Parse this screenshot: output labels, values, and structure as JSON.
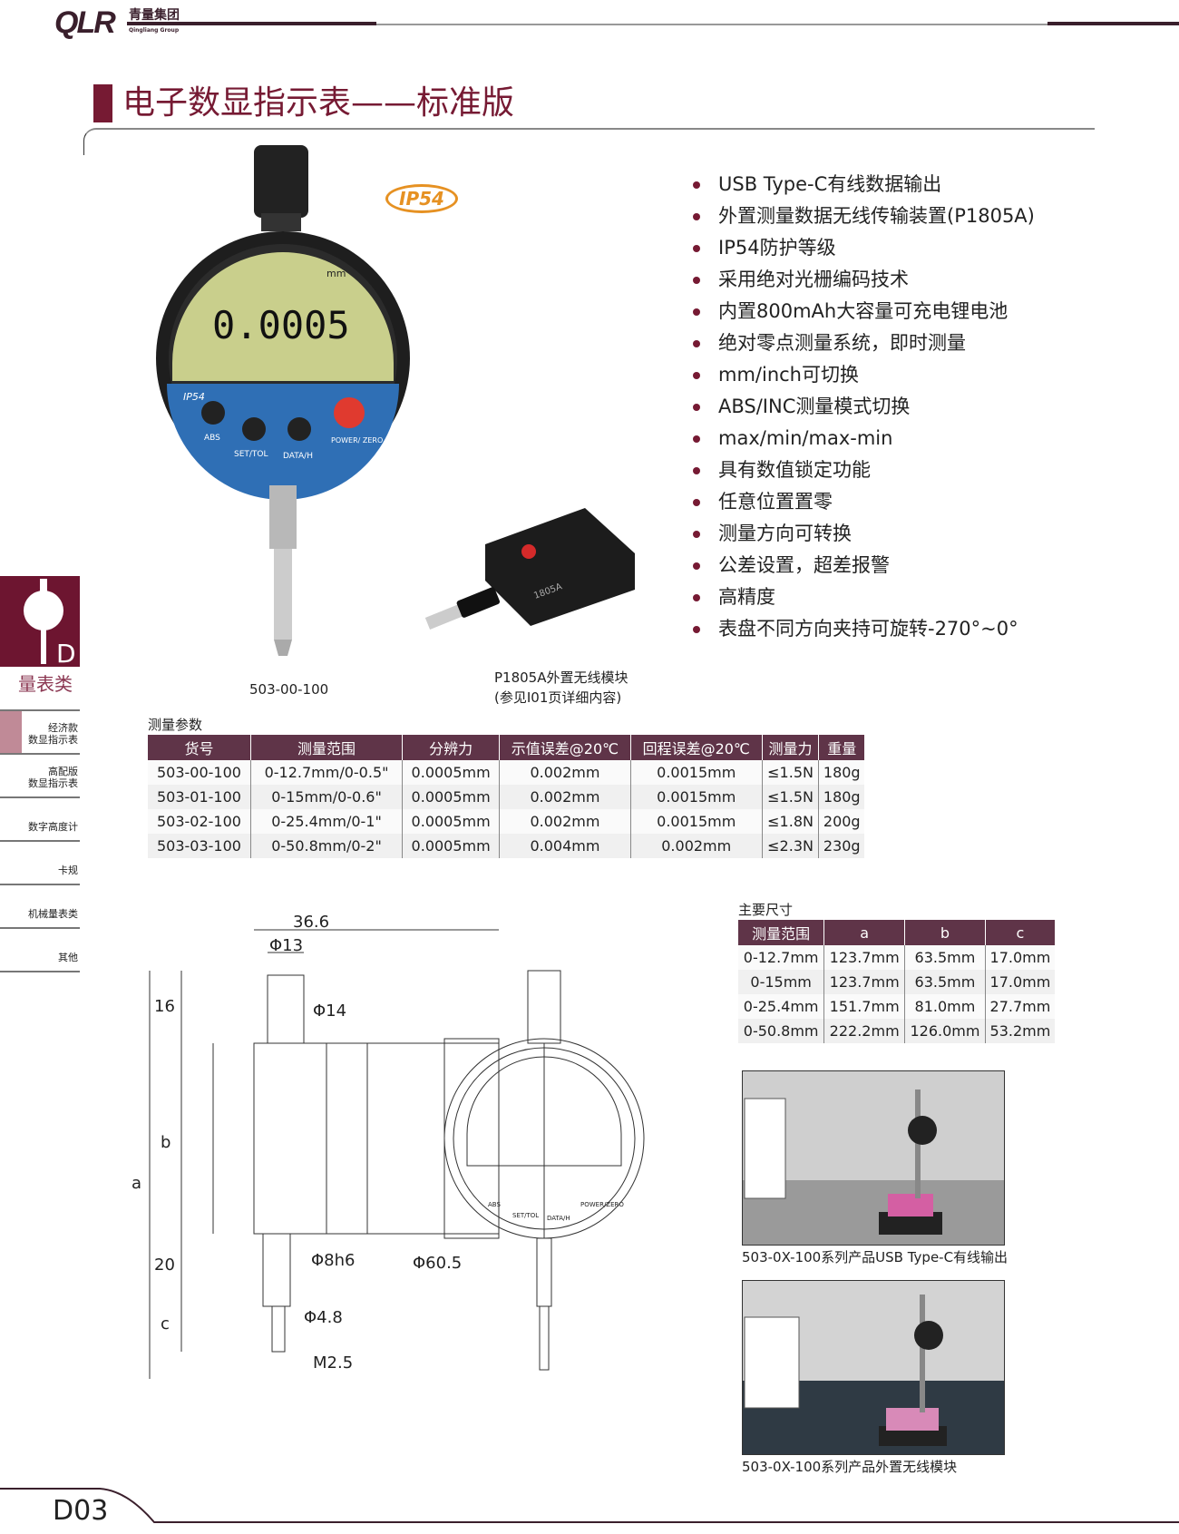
{
  "header": {
    "logo_mark": "QLR",
    "logo_cn": "青量集团",
    "logo_en": "Qingliang Group"
  },
  "page_title": "电子数显指示表——标准版",
  "gauge": {
    "display": "0.0005",
    "unit": "mm",
    "ip": "IP54",
    "buttons": [
      "ABS",
      "SET/TOL",
      "DATA/H",
      "POWER/ ZERO"
    ],
    "badge": "IP54"
  },
  "module": {
    "label": "1805A"
  },
  "captions": {
    "gauge": "503-00-100",
    "module_1": "P1805A外置无线模块",
    "module_2": "(参见I01页详细内容)"
  },
  "features": [
    "USB Type-C有线数据输出",
    "外置测量数据无线传输装置(P1805A)",
    "IP54防护等级",
    "采用绝对光栅编码技术",
    "内置800mAh大容量可充电锂电池",
    "绝对零点测量系统，即时测量",
    "mm/inch可切换",
    "ABS/INC测量模式切换",
    "max/min/max-min",
    "具有数值锁定功能",
    "任意位置置零",
    "测量方向可转换",
    "公差设置，超差报警",
    "高精度",
    "表盘不同方向夹持可旋转-270°~0°"
  ],
  "sidebar": {
    "section_letter": "D",
    "section_title": "量表类",
    "items": [
      {
        "l1": "经济款",
        "l2": "数显指示表"
      },
      {
        "l1": "高配版",
        "l2": "数显指示表"
      },
      {
        "l1": "",
        "l2": "数字高度计"
      },
      {
        "l1": "",
        "l2": "卡规"
      },
      {
        "l1": "",
        "l2": "机械量表类"
      },
      {
        "l1": "",
        "l2": "其他"
      }
    ]
  },
  "params": {
    "label": "测量参数",
    "headers": [
      "货号",
      "测量范围",
      "分辨力",
      "示值误差@20℃",
      "回程误差@20℃",
      "测量力",
      "重量"
    ],
    "rows": [
      [
        "503-00-100",
        "0-12.7mm/0-0.5\"",
        "0.0005mm",
        "0.002mm",
        "0.0015mm",
        "≤1.5N",
        "180g"
      ],
      [
        "503-01-100",
        "0-15mm/0-0.6\"",
        "0.0005mm",
        "0.002mm",
        "0.0015mm",
        "≤1.5N",
        "180g"
      ],
      [
        "503-02-100",
        "0-25.4mm/0-1\"",
        "0.0005mm",
        "0.002mm",
        "0.0015mm",
        "≤1.8N",
        "200g"
      ],
      [
        "503-03-100",
        "0-50.8mm/0-2\"",
        "0.0005mm",
        "0.004mm",
        "0.002mm",
        "≤2.3N",
        "230g"
      ]
    ]
  },
  "dims": {
    "label": "主要尺寸",
    "headers": [
      "测量范围",
      "a",
      "b",
      "c"
    ],
    "rows": [
      [
        "0-12.7mm",
        "123.7mm",
        "63.5mm",
        "17.0mm"
      ],
      [
        "0-15mm",
        "123.7mm",
        "63.5mm",
        "17.0mm"
      ],
      [
        "0-25.4mm",
        "151.7mm",
        "81.0mm",
        "27.7mm"
      ],
      [
        "0-50.8mm",
        "222.2mm",
        "126.0mm",
        "53.2mm"
      ]
    ]
  },
  "drawing": {
    "w": "36.6",
    "d13": "Φ13",
    "d14": "Φ14",
    "h16": "16",
    "b": "b",
    "a": "a",
    "h20": "20",
    "c": "c",
    "d8": "Φ8h6",
    "d48": "Φ4.8",
    "m": "M2.5",
    "d60": "Φ60.5",
    "btn1": "ABS",
    "btn2": "SET/TOL",
    "btn3": "DATA/H",
    "btn4": "POWER/ZERO"
  },
  "photos": {
    "cap1": "503-0X-100系列产品USB Type-C有线输出",
    "cap2": "503-0X-100系列产品外置无线模块"
  },
  "footer": {
    "page": "D03"
  }
}
